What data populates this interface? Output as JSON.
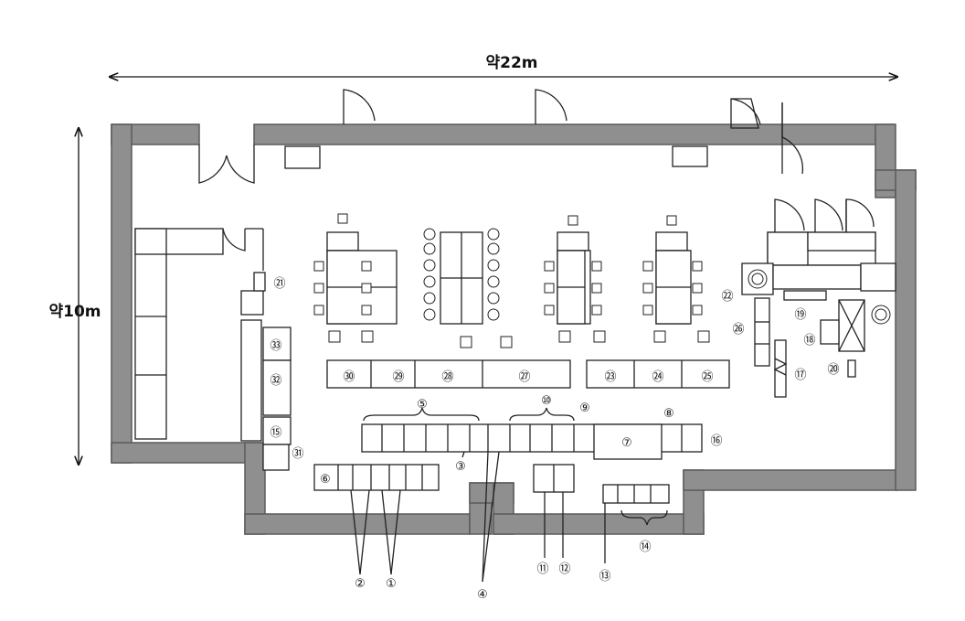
{
  "dimensions": {
    "width_label": "약22m",
    "height_label": "약10m"
  },
  "markers": {
    "m1": "①",
    "m2": "②",
    "m3": "③",
    "m4": "④",
    "m5": "⑤",
    "m6": "⑥",
    "m7": "⑦",
    "m8": "⑧",
    "m9": "⑨",
    "m10": "⑩",
    "m11": "⑪",
    "m12": "⑫",
    "m13": "⑬",
    "m14": "⑭",
    "m15": "⑮",
    "m16": "⑯",
    "m17": "⑰",
    "m18": "⑱",
    "m19": "⑲",
    "m20": "⑳",
    "m21": "㉑",
    "m22": "㉒",
    "m23": "㉓",
    "m24": "㉔",
    "m25": "㉕",
    "m26": "㉖",
    "m27": "㉗",
    "m28": "㉘",
    "m29": "㉙",
    "m30": "㉚",
    "m31": "㉛",
    "m32": "㉜",
    "m33": "㉝"
  }
}
